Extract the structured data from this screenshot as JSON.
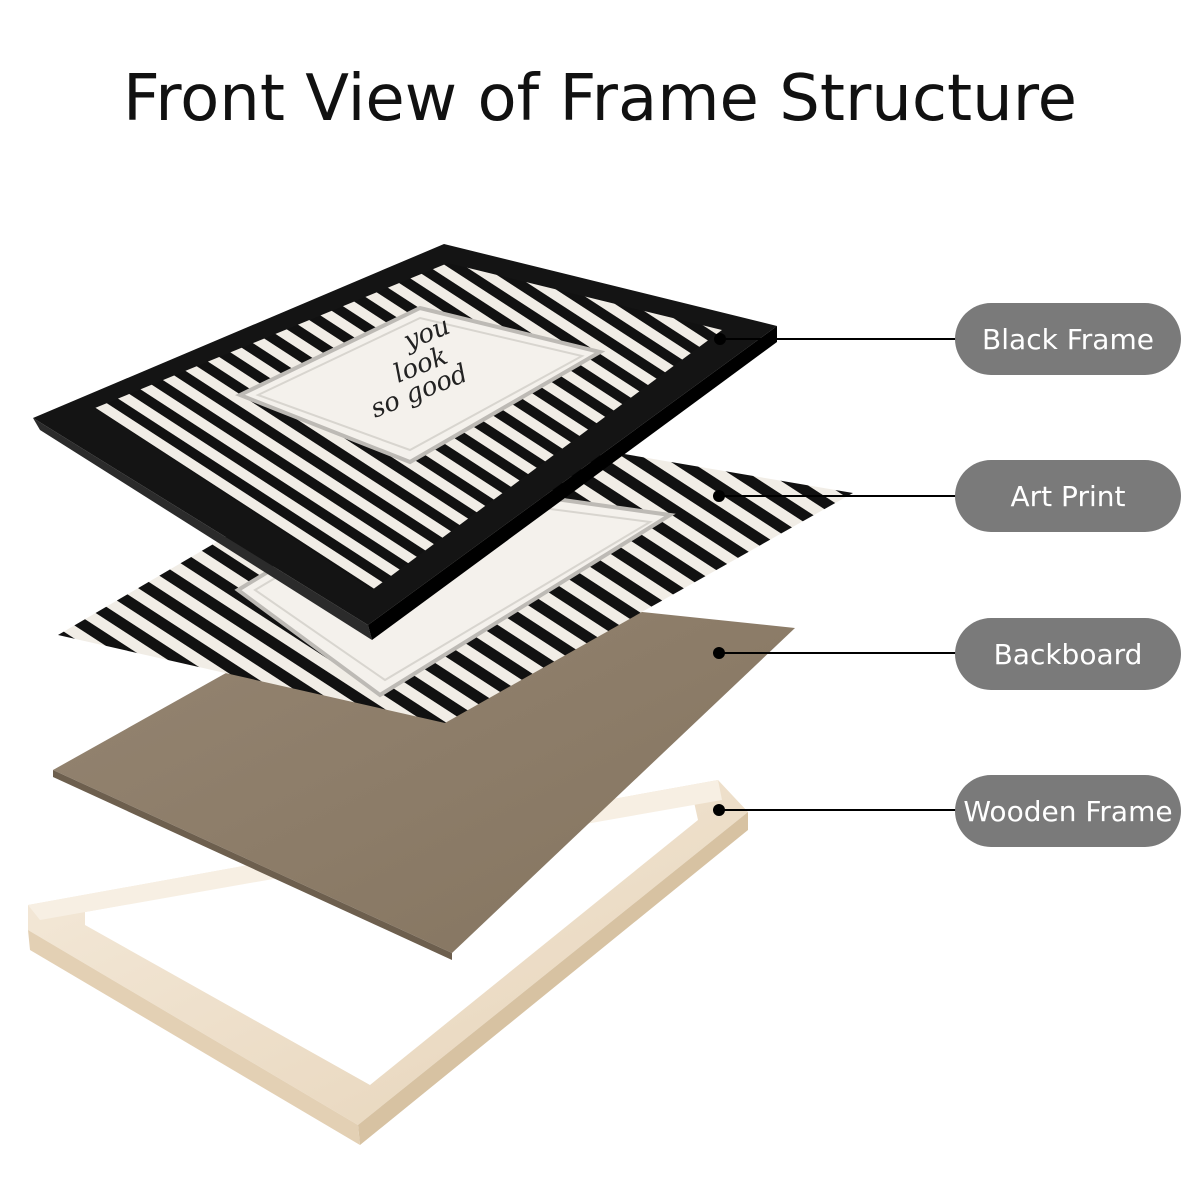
{
  "title": "Front View of Frame Structure",
  "quote": {
    "line1": "you",
    "line2": "look",
    "line3": "so good"
  },
  "layers": [
    {
      "id": "black-frame",
      "label": "Black Frame"
    },
    {
      "id": "art-print",
      "label": "Art Print"
    },
    {
      "id": "backboard",
      "label": "Backboard"
    },
    {
      "id": "wooden-frame",
      "label": "Wooden Frame"
    }
  ],
  "colors": {
    "pill": "#7a7a7a",
    "black_frame": "#141414",
    "stripe_dark": "#111111",
    "stripe_light": "#f1ede6",
    "backboard": "#8c7c68",
    "wood": "#efe2cf"
  }
}
